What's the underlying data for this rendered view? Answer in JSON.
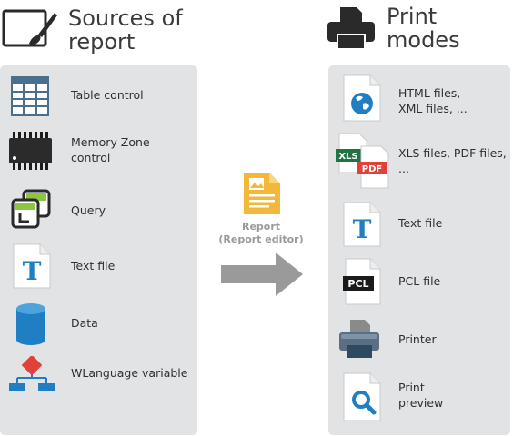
{
  "sources": {
    "title": "Sources of\nreport",
    "icon": "paintbrush-canvas-icon",
    "items": [
      {
        "label": "Table control",
        "icon": "table-icon"
      },
      {
        "label": "Memory Zone\ncontrol",
        "icon": "memory-chip-icon"
      },
      {
        "label": "Query",
        "icon": "query-icon"
      },
      {
        "label": "Text file",
        "icon": "text-file-icon"
      },
      {
        "label": "Data",
        "icon": "database-icon"
      },
      {
        "label": "WLanguage variable",
        "icon": "wlanguage-variable-icon"
      }
    ]
  },
  "center": {
    "label": "Report\n(Report editor)",
    "icon": "report-document-icon",
    "arrow": "right-arrow-icon"
  },
  "print": {
    "title": "Print\nmodes",
    "icon": "printer-icon",
    "items": [
      {
        "label": "HTML files,\nXML files, ...",
        "icon": "globe-file-icon"
      },
      {
        "label": "XLS files, PDF files,\n...",
        "icon": "xls-pdf-file-icon",
        "badge_top": "XLS",
        "badge_bottom": "PDF"
      },
      {
        "label": "Text file",
        "icon": "text-file-icon"
      },
      {
        "label": "PCL file",
        "icon": "pcl-file-icon",
        "badge": "PCL"
      },
      {
        "label": "Printer",
        "icon": "printer-icon"
      },
      {
        "label": "Print\npreview",
        "icon": "print-preview-icon"
      }
    ]
  },
  "colors": {
    "panel": "#e1e3e5",
    "accent_blue": "#1f7fc2",
    "arrow": "#9a9a9a",
    "pdf_red": "#e0413a",
    "xls_green": "#217346",
    "report_yellow": "#f3b73a"
  }
}
